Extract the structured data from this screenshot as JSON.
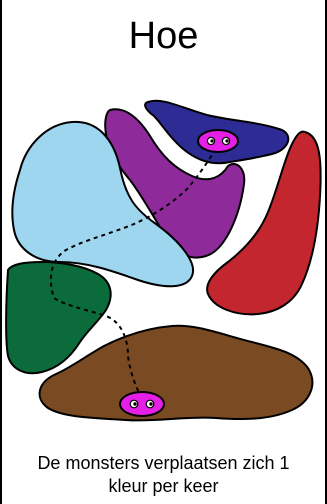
{
  "title": "Hoe",
  "caption_line1": "De monsters verplaatsen zich 1",
  "caption_line2": "kleur per keer",
  "colors": {
    "dark_blue": "#2d2b94",
    "purple": "#8e2a9a",
    "red": "#c3262f",
    "light_blue": "#9ed6f0",
    "green": "#0b6b3a",
    "brown": "#7a4a22",
    "monster": "#e61fe6"
  },
  "board": {
    "regions": [
      "dark-blue",
      "purple",
      "red",
      "light-blue",
      "green",
      "brown"
    ],
    "monsters": 2
  }
}
